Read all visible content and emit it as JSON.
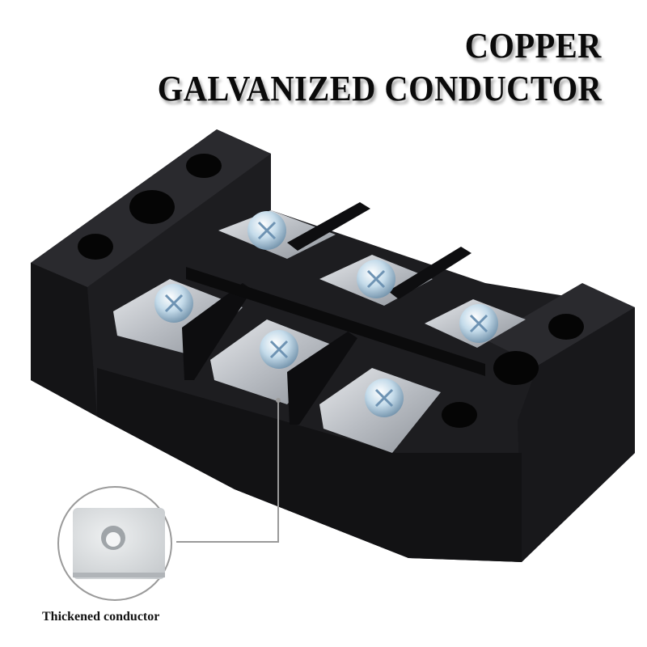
{
  "headline": {
    "line1": "COPPER",
    "line2": "GALVANIZED CONDUCTOR"
  },
  "product": {
    "name": "terminal block",
    "positions": 3,
    "body_color": "#1c1c1e",
    "plate_color": "#c9ccd1",
    "screw_color": "#b9d3e6"
  },
  "inset": {
    "caption": "Thickened conductor",
    "border_color": "#9a9a9a"
  }
}
